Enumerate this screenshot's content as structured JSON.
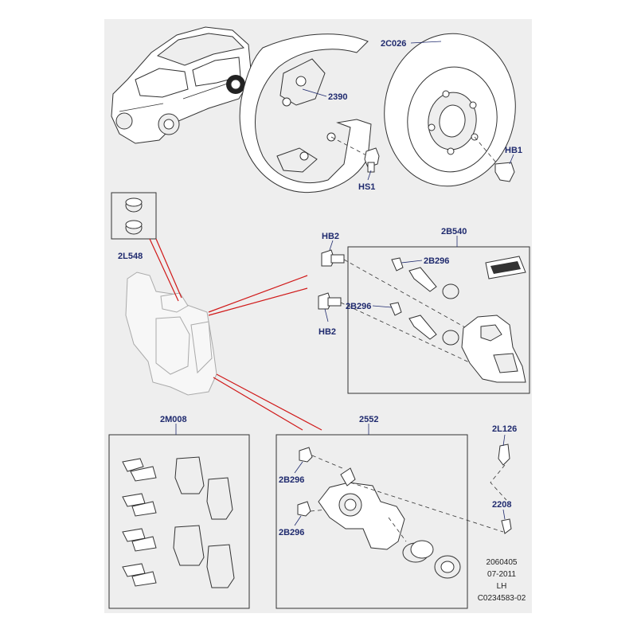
{
  "callouts": {
    "c2C026": "2C026",
    "c2390": "2390",
    "cHB1": "HB1",
    "cHS1": "HS1",
    "c2L548": "2L548",
    "cHB2a": "HB2",
    "cHB2b": "HB2",
    "c2B540": "2B540",
    "c2B296a": "2B296",
    "c2B296b": "2B296",
    "c2M008": "2M008",
    "c2552": "2552",
    "c2B296c": "2B296",
    "c2B296d": "2B296",
    "c2L126": "2L126",
    "c2208": "2208"
  },
  "footer": {
    "line1": "2060405",
    "line2": "07-2011",
    "line3": "LH",
    "line4": "C0234583-02"
  },
  "colors": {
    "callout": "#1f2a6e",
    "leader_red": "#d01818",
    "panel_bg": "#eeeeee"
  }
}
